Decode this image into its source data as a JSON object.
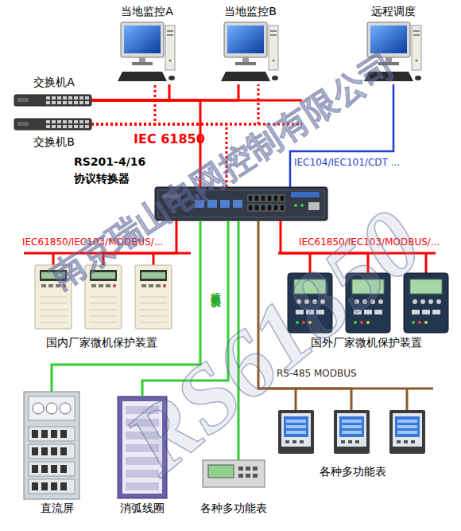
{
  "diagram": {
    "nodes": [
      {
        "text": [
          "当地监控A"
        ]
      },
      {
        "text": [
          "当地监控B"
        ]
      },
      {
        "text": [
          "远程调度"
        ]
      },
      {
        "text": [
          "交换机A"
        ]
      },
      {
        "text": [
          "交换机B"
        ]
      },
      {
        "text": [
          "RS201-4/16 协议转换器"
        ]
      },
      {
        "text": [
          "国内厂家微机保护装置"
        ]
      },
      {
        "text": [
          "国外厂家微机保护装置"
        ]
      },
      {
        "text": [
          "直流屏"
        ]
      },
      {
        "text": [
          "消弧线圈"
        ]
      },
      {
        "text": [
          "各种多功能表"
        ]
      },
      {
        "text": [
          "各种多功能表"
        ]
      }
    ],
    "edges": [
      {
        "from": 3,
        "to": 0,
        "arrow": "none"
      },
      {
        "from": 3,
        "to": 1,
        "arrow": "none"
      },
      {
        "from": 3,
        "to": 5,
        "arrow": "none"
      },
      {
        "from": 4,
        "to": 0,
        "arrow": "none"
      },
      {
        "from": 4,
        "to": 1,
        "arrow": "none"
      },
      {
        "from": 4,
        "to": 5,
        "arrow": "none"
      },
      {
        "from": 5,
        "to": 2,
        "label": "IEC104/IEC101/CDT ...",
        "arrow": "none"
      },
      {
        "from": 5,
        "to": 6,
        "label": "IEC61850/IEC103/MODBUS/...",
        "arrow": "none"
      },
      {
        "from": 5,
        "to": 7,
        "label": "IEC61850/IEC103/MODBUS/...",
        "arrow": "none"
      },
      {
        "from": 5,
        "to": 8,
        "arrow": "none"
      },
      {
        "from": 5,
        "to": 9,
        "arrow": "none"
      },
      {
        "from": 5,
        "to": 10,
        "arrow": "none"
      },
      {
        "from": 5,
        "to": 11,
        "label": "RS-485 MODBUS",
        "arrow": "none"
      }
    ],
    "labels": [
      "IEC 61850",
      "标准或自定义协议",
      "南京瑞山电网控制有限公司",
      "RS61850"
    ]
  }
}
